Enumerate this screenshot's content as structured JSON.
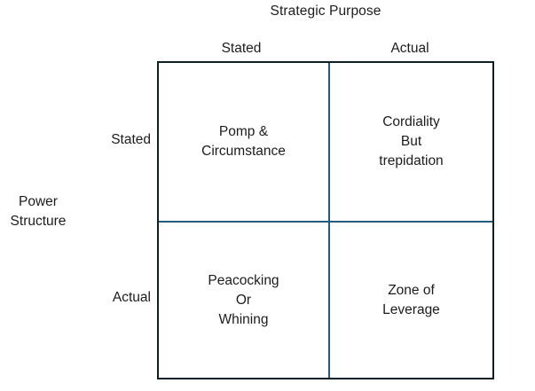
{
  "matrix": {
    "title": "Strategic Purpose",
    "row_axis_title": "Power\nStructure",
    "columns": [
      {
        "label": "Stated"
      },
      {
        "label": "Actual"
      }
    ],
    "rows": [
      {
        "label": "Stated"
      },
      {
        "label": "Actual"
      }
    ],
    "cells": [
      {
        "id": "stated-stated",
        "text": "Pomp &\nCircumstance"
      },
      {
        "id": "stated-actual",
        "text": "Cordiality\nBut\ntrepidation"
      },
      {
        "id": "actual-stated",
        "text": "Peacocking\nOr\nWhining"
      },
      {
        "id": "actual-actual",
        "text": "Zone of\nLeverage"
      }
    ],
    "colors": {
      "background": "#ffffff",
      "outer_border": "#0d2026",
      "inner_divider": "#1f5c7d",
      "text": "#1c1c1c"
    }
  }
}
